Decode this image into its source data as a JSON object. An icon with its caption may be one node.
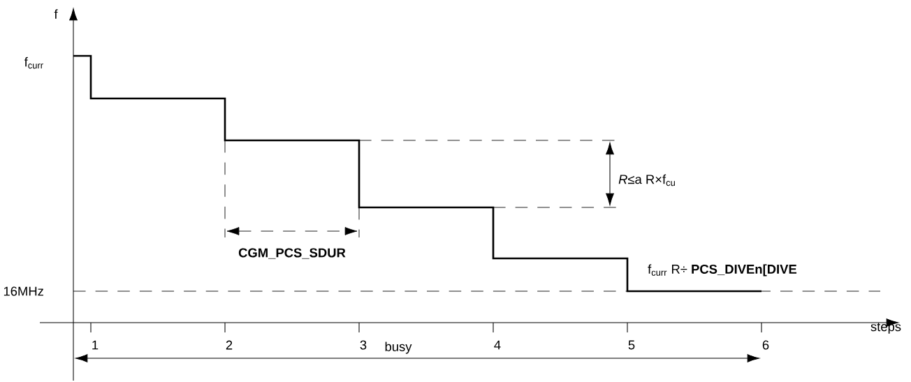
{
  "diagram": {
    "labels": [
      "f",
      "f$_{curr}$",
      "*R*≤a R×f$_{cu}$",
      "CGM_PCS_SDUR",
      "f$_{curr}$ R÷ **PCS_DIVEn[DIVE**",
      "16MHz",
      "1",
      "2",
      "3",
      "4",
      "5",
      "6",
      "steps",
      "busy"
    ]
  }
}
